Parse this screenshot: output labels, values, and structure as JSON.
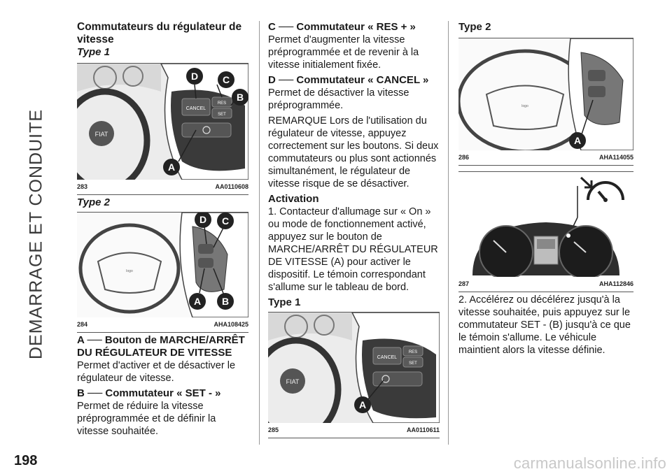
{
  "side_title": "DEMARRAGE ET CONDUITE",
  "page_number": "198",
  "watermark": "carmanualsonline.info",
  "col1": {
    "heading": "Commutateurs du régulateur de vitesse",
    "type1": "Type 1",
    "fig283": {
      "num": "283",
      "code": "AA0110608",
      "callouts": [
        "D",
        "C",
        "B",
        "A"
      ],
      "buttons": [
        "CANCEL",
        "RES",
        "SET"
      ]
    },
    "type2": "Type 2",
    "fig284": {
      "num": "284",
      "code": "AHA108425",
      "callouts": [
        "D",
        "C",
        "A",
        "B"
      ]
    },
    "itemA_title": "A ── Bouton de MARCHE/ARRÊT DU RÉGULATEUR DE VITESSE",
    "itemA_text": "Permet d'activer et de désactiver le régulateur de vitesse.",
    "itemB_title": "B ── Commutateur « SET - »",
    "itemB_text": "Permet de réduire la vitesse préprogrammée et de définir la vitesse souhaitée."
  },
  "col2": {
    "itemC_title": "C ── Commutateur « RES + »",
    "itemC_text": "Permet d'augmenter la vitesse préprogrammée et de revenir à la vitesse initialement fixée.",
    "itemD_title": "D ── Commutateur « CANCEL »",
    "itemD_text": "Permet de désactiver la vitesse préprogrammée.",
    "remark": "REMARQUE Lors de l'utilisation du régulateur de vitesse, appuyez correctement sur les boutons. Si deux commutateurs ou plus sont actionnés simultanément, le régulateur de vitesse risque de se désactiver.",
    "activation": "Activation",
    "step1": "1. Contacteur d'allumage sur « On » ou mode de fonctionnement activé, appuyez sur le bouton de MARCHE/ARRÊT DU RÉGULATEUR DE VITESSE (A) pour activer le dispositif. Le témoin correspondant s'allume sur le tableau de bord.",
    "type1": "Type 1",
    "fig285": {
      "num": "285",
      "code": "AA0110611",
      "callouts": [
        "A"
      ],
      "buttons": [
        "CANCEL",
        "RES",
        "SET"
      ]
    }
  },
  "col3": {
    "type2": "Type 2",
    "fig286": {
      "num": "286",
      "code": "AHA114055",
      "callouts": [
        "A"
      ]
    },
    "fig287": {
      "num": "287",
      "code": "AHA112846"
    },
    "step2": "2. Accélérez ou décélérez jusqu'à la vitesse souhaitée, puis appuyez sur le commutateur SET - (B) jusqu'à ce que le témoin s'allume. Le véhicule maintient alors la vitesse définie."
  }
}
